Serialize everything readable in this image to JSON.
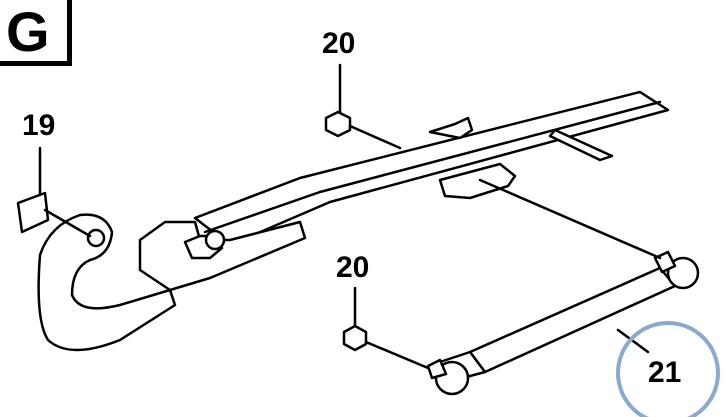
{
  "section_label": "G",
  "callouts": [
    {
      "id": "19",
      "text": "19"
    },
    {
      "id": "20a",
      "text": "20"
    },
    {
      "id": "20b",
      "text": "20"
    },
    {
      "id": "21",
      "text": "21"
    }
  ],
  "colors": {
    "line": "#000000",
    "highlight_circle": "#8aa9cf",
    "background": "#ffffff"
  }
}
